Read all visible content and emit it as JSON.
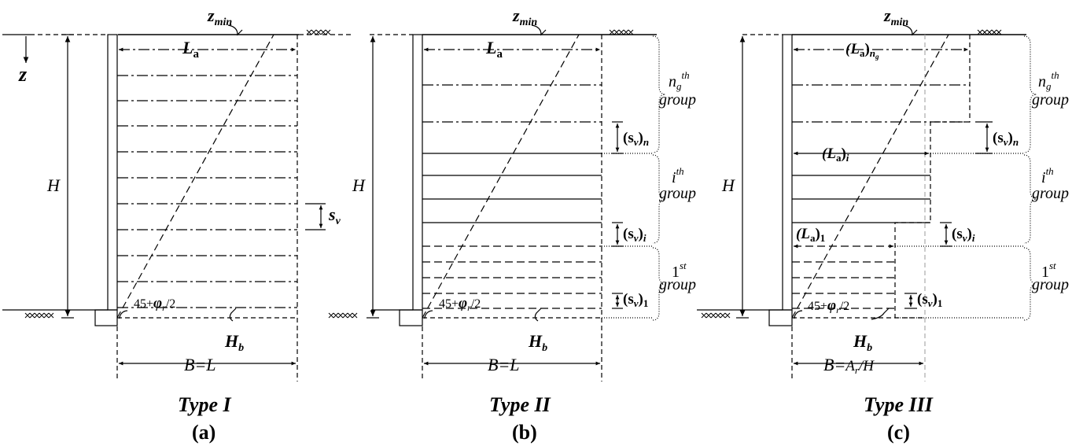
{
  "panels": [
    {
      "id": "a",
      "type_title": "Type I",
      "letter": "(a)",
      "zmin": "z",
      "zmin_sub": "min",
      "z_axis": "z",
      "H": "H",
      "La_main": "L",
      "La_sub": "a",
      "sv_main": "s",
      "sv_sub": "v",
      "angle_pre": "45+",
      "angle_phi": "φ",
      "angle_phi_sub": "r",
      "angle_post": "/2",
      "Hb_main": "H",
      "Hb_sub": "b",
      "B_label": "B=L"
    },
    {
      "id": "b",
      "type_title": "Type II",
      "letter": "(b)",
      "zmin": "z",
      "zmin_sub": "min",
      "H": "H",
      "La_main": "L",
      "La_sub": "a",
      "svn_open": "(s",
      "svn_sub1": "v",
      "svn_close": ")",
      "svn_sub2": "n",
      "svi_open": "(s",
      "svi_sub1": "v",
      "svi_close": ")",
      "svi_sub2": "i",
      "sv1_open": "(s",
      "sv1_sub1": "v",
      "sv1_close": ")",
      "sv1_sub2": "1",
      "g_top_n": "n",
      "g_top_nsub": "g",
      "g_top_sup": "th",
      "g_mid_i": "i",
      "g_mid_sup": "th",
      "g_bot_1": "1",
      "g_bot_sup": "st",
      "group_word": "group",
      "angle_pre": "45+",
      "angle_phi": "φ",
      "angle_phi_sub": "r",
      "angle_post": "/2",
      "Hb_main": "H",
      "Hb_sub": "b",
      "B_label": "B=L"
    },
    {
      "id": "c",
      "type_title": "Type III",
      "letter": "(c)",
      "zmin": "z",
      "zmin_sub": "min",
      "H": "H",
      "Lang_open": "(L",
      "Lang_sub1": "a",
      "Lang_close": ")",
      "Lang_sub2": "n",
      "Lang_sub3": "g",
      "Lai_open": "(L",
      "Lai_sub1": "a",
      "Lai_close": ")",
      "Lai_sub2": "i",
      "La1_open": "(L",
      "La1_sub1": "a",
      "La1_close": ")",
      "La1_sub2": "1",
      "svn_open": "(s",
      "svn_sub1": "v",
      "svn_close": ")",
      "svn_sub2": "n",
      "svi_open": "(s",
      "svi_sub1": "v",
      "svi_close": ")",
      "svi_sub2": "i",
      "sv1_open": "(s",
      "sv1_sub1": "v",
      "sv1_close": ")",
      "sv1_sub2": "1",
      "g_top_n": "n",
      "g_top_nsub": "g",
      "g_top_sup": "th",
      "g_mid_i": "i",
      "g_mid_sup": "th",
      "g_bot_1": "1",
      "g_bot_sup": "st",
      "group_word": "group",
      "angle_pre": "45+",
      "angle_phi": "φ",
      "angle_phi_sub": "r",
      "angle_post": "/2",
      "Hb_main": "H",
      "Hb_sub": "b",
      "B_pre": "B=",
      "B_A": "A",
      "B_Asub": "r",
      "B_post": "/H"
    }
  ]
}
